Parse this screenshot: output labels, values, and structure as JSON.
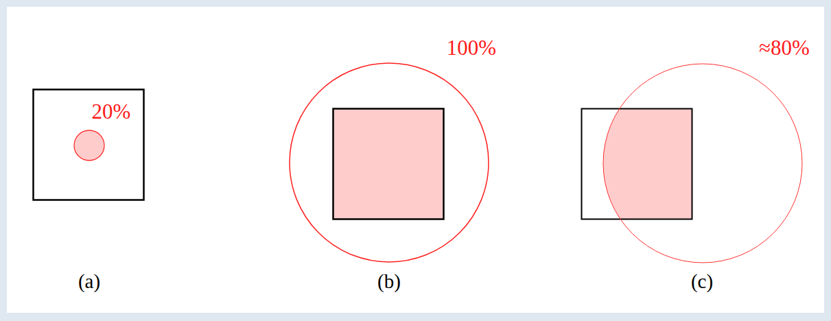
{
  "diagram": {
    "labels": [
      "100%",
      "≈80%",
      "20%",
      "(a)",
      "(b)",
      "(c)"
    ]
  }
}
